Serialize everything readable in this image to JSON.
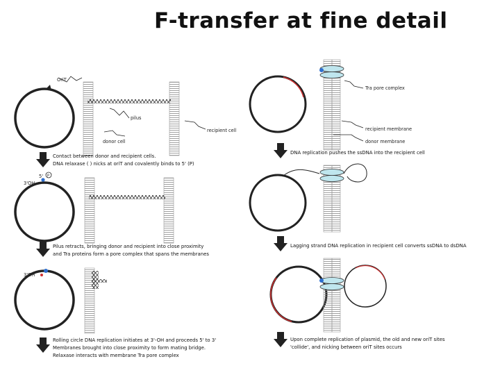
{
  "title": "F-transfer at fine detail",
  "left": {
    "label_orit": "OriT",
    "label_pilus": "pilus",
    "label_donor": "donor cell",
    "label_recipient": "recipient cell",
    "label_3oh_a": "3'OH",
    "label_5": "5'",
    "label_p": "P",
    "label_3oh_b": "3'OH",
    "cap1_line1": "Contact between donor and recipient cells.",
    "cap1_line2": "DNA relaxase (  ) nicks at oriT and covalently binds to 5' (P)",
    "cap2_line1": "Pilus retracts, bringing donor and recipient into close proximity",
    "cap2_line2": "and Tra proteins form a pore complex that spans the membranes",
    "cap3_line1": "Rolling circle DNA replication initiates at 3'-OH and proceeds 5' to 3'",
    "cap3_line2": "Membranes brought into close proximity to form mating bridge.",
    "cap3_line3": "Relaxase interacts with membrane Tra pore complex"
  },
  "right": {
    "label_tra": "Tra pore complex",
    "label_recipient_membrane": "recipient membrane",
    "label_donor_membrane": "donor membrane",
    "cap1": "DNA replication pushes the ssDNA into the recipient cell",
    "cap2": "Lagging strand DNA replication in recipient cell converts ssDNA to dsDNA",
    "cap3_line1": "Upon complete replication of plasmid, the old and new oriT sites",
    "cap3_line2": "'collide', and nicking between oriT sites occurs"
  },
  "colors": {
    "accent": "#c0392b",
    "pore": "#bfe6ee",
    "ink": "#111111"
  }
}
